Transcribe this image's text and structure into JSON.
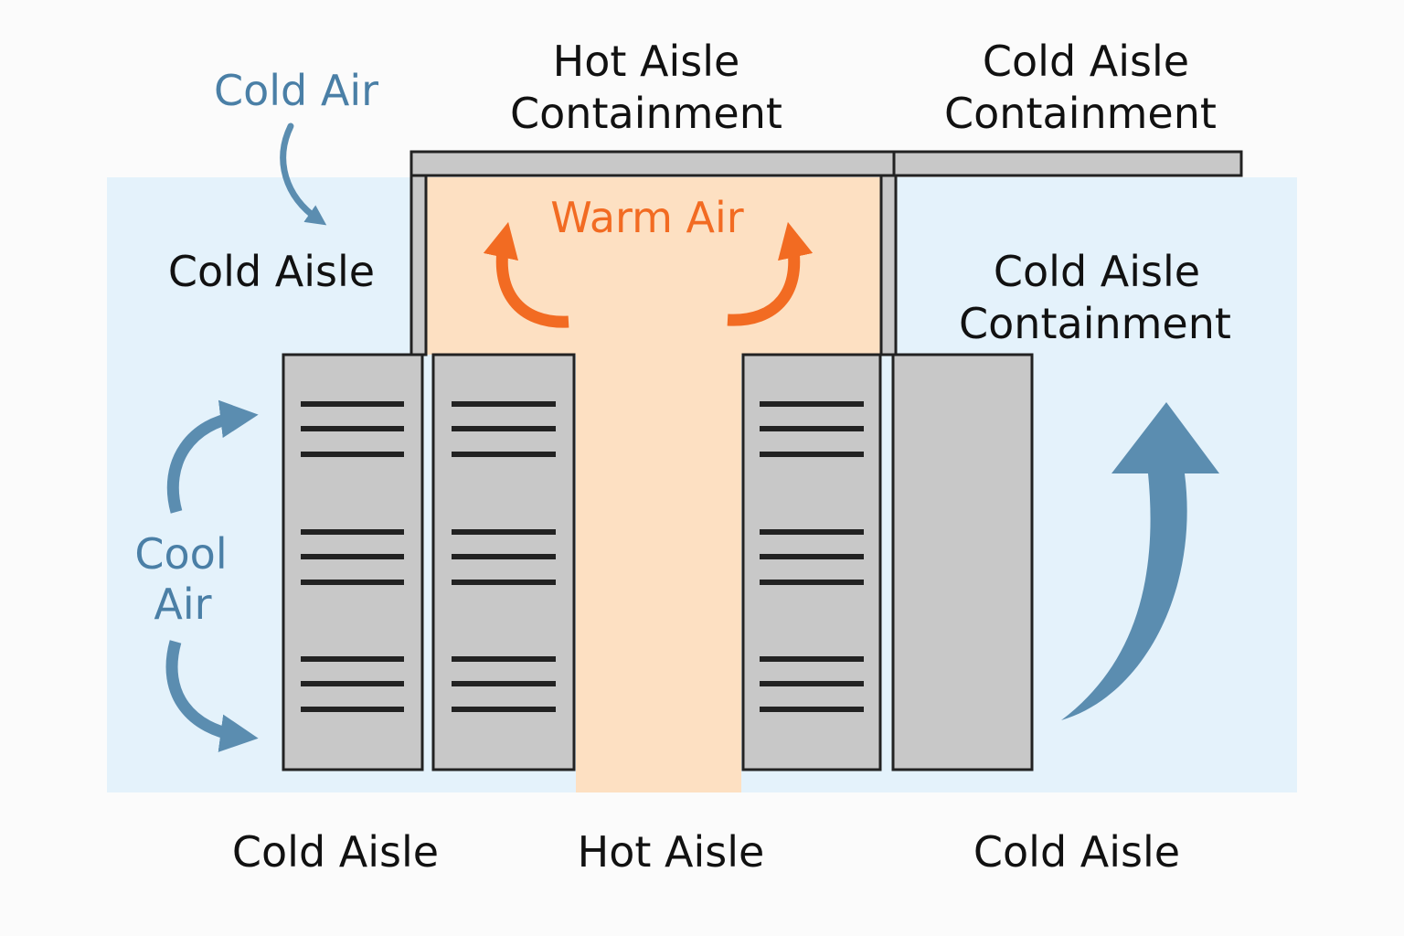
{
  "labels": {
    "cold_air": "Cold Air",
    "hot_aisle_containment": [
      "Hot Aisle",
      "Containment"
    ],
    "cold_aisle_containment_top": [
      "Cold Aisle",
      "Containment"
    ],
    "warm_air": "Warm Air",
    "cold_aisle_left": "Cold Aisle",
    "cold_aisle_containment_right": [
      "Cold Aisle",
      "Containment"
    ],
    "cool_air": [
      "Cool",
      "Air"
    ],
    "bottom_cold_aisle_left": "Cold Aisle",
    "bottom_hot_aisle": "Hot Aisle",
    "bottom_cold_aisle_right": "Cold Aisle"
  },
  "colors": {
    "background": "#fbfbfb",
    "cold_zone": "#e4f2fb",
    "hot_zone": "#fde0c2",
    "rack_fill": "#c8c8c8",
    "rack_stroke": "#222222",
    "cold_arrow": "#5b8db0",
    "warm_arrow": "#f26b22",
    "cold_text": "#4a7fa6",
    "warm_text": "#f26b22",
    "label_text": "#111111"
  },
  "icons": {
    "cold_air_arrow": "curved-arrow-down-right",
    "warm_air_arrows": "curved-arrow-up",
    "cool_air_arrows": "curved-arrow-right",
    "updraft_arrow": "large-curved-arrow-up"
  }
}
